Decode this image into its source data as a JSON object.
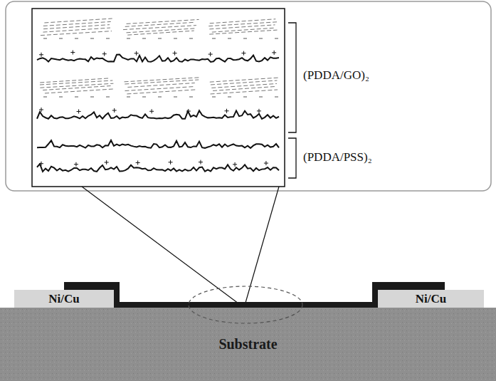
{
  "diagram": {
    "nodes": [
      {
        "text": [
          "Ni/Cu"
        ]
      },
      {
        "text": [
          "Ni/Cu"
        ]
      },
      {
        "text": [
          "Substrate"
        ]
      }
    ],
    "labels": [
      "(PDDA/GO)₂",
      "(PDDA/PSS)₂"
    ]
  }
}
